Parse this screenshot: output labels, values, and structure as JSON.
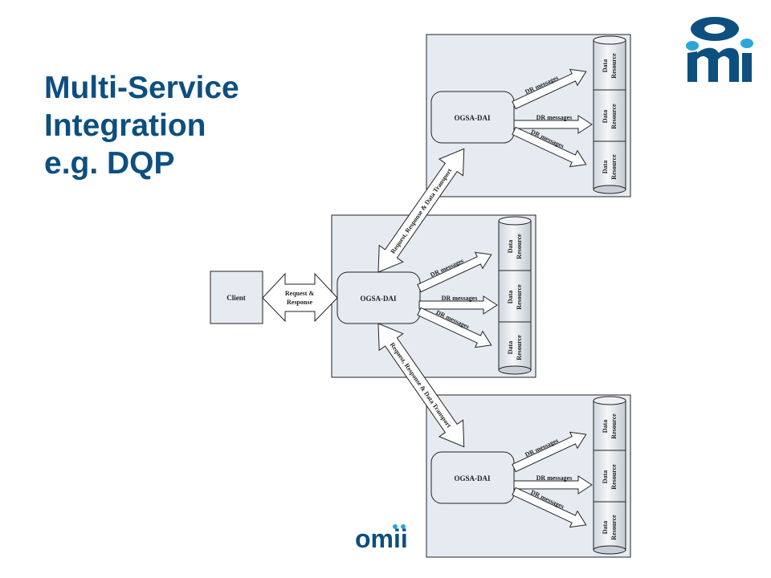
{
  "title": {
    "line1": "Multi-Service",
    "line2": "Integration",
    "line3": "e.g. DQP"
  },
  "client_label": "Client",
  "client_link_label": {
    "line1": "Request &",
    "line2": "Response"
  },
  "ogsa_label": "OGSA-DAI",
  "transport_label": "Request, Response & Data Transport",
  "dr_messages_label": "DR messages",
  "data_resource_label": {
    "line1": "Data",
    "line2": "Resource"
  },
  "logo_text": "omii",
  "colors": {
    "title": "#0d4f7f",
    "panel": "#e6ebf2",
    "brand": "#0d4f7f",
    "brand_accent": "#2aa7d8"
  },
  "icons": [
    "omii-logo-icon",
    "omii-wordmark-icon"
  ]
}
